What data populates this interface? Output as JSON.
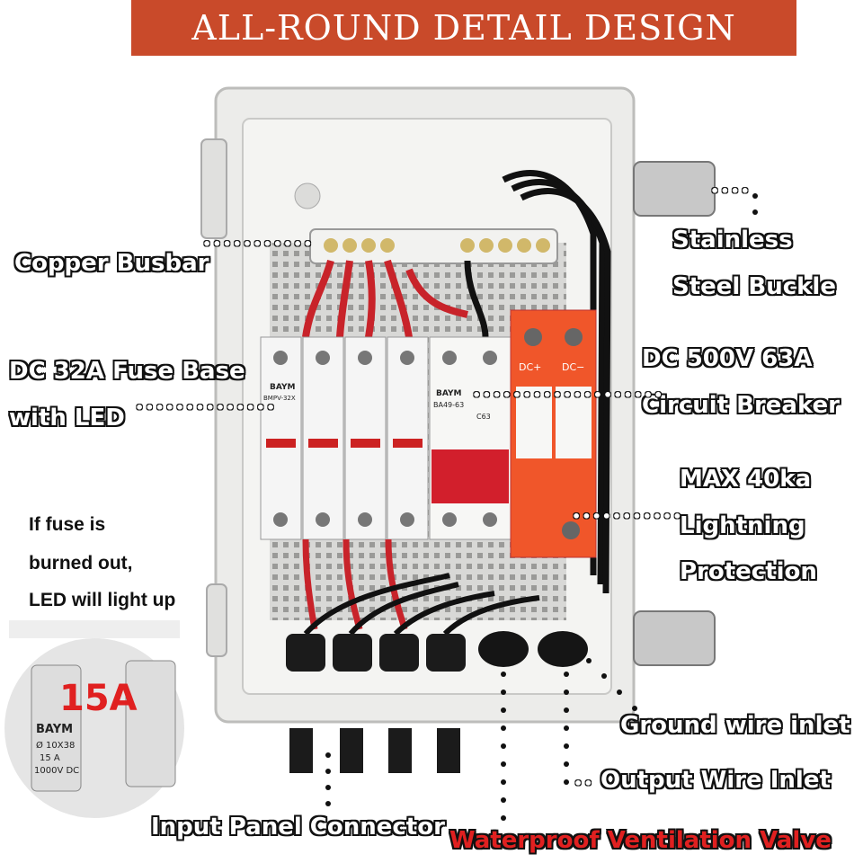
{
  "banner": {
    "title": "ALL-ROUND DETAIL DESIGN",
    "color": "#c94a2a"
  },
  "labels": {
    "copper_busbar": "Copper Busbar",
    "stainless_1": "Stainless",
    "stainless_2": "Steel Buckle",
    "fuse_base_1": "DC 32A Fuse Base",
    "fuse_base_2": "with LED",
    "breaker_1": "DC 500V 63A",
    "breaker_2": "Circuit Breaker",
    "lightning_1": "MAX 40ka",
    "lightning_2": "Lightning",
    "lightning_3": "Protection",
    "ground_inlet": "Ground wire inlet",
    "output_inlet": "Output Wire Inlet",
    "input_connector": "Input Panel Connector",
    "ventilation_valve": "Waterproof Ventilation Valve"
  },
  "fuse_note": {
    "line1": "If fuse is",
    "line2": "burned out,",
    "line3": "LED will light up"
  },
  "inset": {
    "fuse_rating": "15A",
    "brand": "BAYM",
    "size": "Ø 10X38",
    "current": "15 A",
    "voltage": "1000V DC"
  },
  "devices": {
    "fuse_brand": "BAYM",
    "fuse_model": "BMPV-32X",
    "breaker_brand": "BAYM",
    "breaker_model": "BA49-63",
    "breaker_rating": "C63",
    "spd_plus": "DC+",
    "spd_minus": "DC−"
  },
  "colors": {
    "accent_red": "#e02020",
    "spd_orange": "#f0562a",
    "enclosure": "#e6e6e4"
  }
}
